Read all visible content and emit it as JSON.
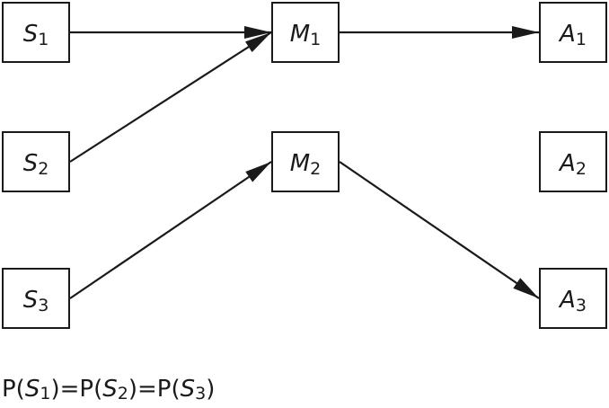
{
  "nodes": [
    {
      "id": "S1",
      "var": "S",
      "sub": "1"
    },
    {
      "id": "S2",
      "var": "S",
      "sub": "2"
    },
    {
      "id": "S3",
      "var": "S",
      "sub": "3"
    },
    {
      "id": "M1",
      "var": "M",
      "sub": "1"
    },
    {
      "id": "M2",
      "var": "M",
      "sub": "2"
    },
    {
      "id": "A1",
      "var": "A",
      "sub": "1"
    },
    {
      "id": "A2",
      "var": "A",
      "sub": "2"
    },
    {
      "id": "A3",
      "var": "A",
      "sub": "3"
    }
  ],
  "edges": [
    {
      "from": "S1",
      "to": "M1"
    },
    {
      "from": "S2",
      "to": "M1"
    },
    {
      "from": "S3",
      "to": "M2"
    },
    {
      "from": "M1",
      "to": "A1"
    },
    {
      "from": "M2",
      "to": "A3"
    }
  ],
  "formula": {
    "terms": [
      {
        "p": "P(",
        "var": "S",
        "sub": "1",
        "close": ")"
      },
      {
        "p": "P(",
        "var": "S",
        "sub": "2",
        "close": ")"
      },
      {
        "p": "P(",
        "var": "S",
        "sub": "3",
        "close": ")"
      }
    ],
    "separator": "="
  },
  "colors": {
    "stroke": "#1a1a1a",
    "background": "#ffffff"
  }
}
